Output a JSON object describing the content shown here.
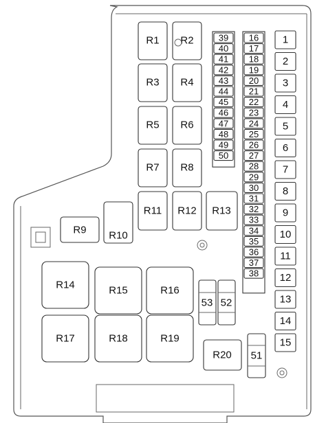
{
  "relays": [
    {
      "label": "R1"
    },
    {
      "label": "R2"
    },
    {
      "label": "R3"
    },
    {
      "label": "R4"
    },
    {
      "label": "R5"
    },
    {
      "label": "R6"
    },
    {
      "label": "R7"
    },
    {
      "label": "R8"
    },
    {
      "label": "R9"
    },
    {
      "label": "R10"
    },
    {
      "label": "R11"
    },
    {
      "label": "R12"
    },
    {
      "label": "R13"
    },
    {
      "label": "R14"
    },
    {
      "label": "R15"
    },
    {
      "label": "R16"
    },
    {
      "label": "R17"
    },
    {
      "label": "R18"
    },
    {
      "label": "R19"
    },
    {
      "label": "R20"
    }
  ],
  "fuse_left_col": [
    "39",
    "40",
    "41",
    "42",
    "43",
    "44",
    "45",
    "46",
    "47",
    "48",
    "49",
    "50"
  ],
  "fuse_mid_col": [
    "16",
    "17",
    "18",
    "19",
    "20",
    "21",
    "22",
    "23",
    "24",
    "25",
    "26",
    "27",
    "28",
    "29",
    "30",
    "31",
    "32",
    "33",
    "34",
    "35",
    "36",
    "37",
    "38"
  ],
  "fuse_right_col": [
    "1",
    "2",
    "3",
    "4",
    "5",
    "6",
    "7",
    "8",
    "9",
    "10",
    "11",
    "12",
    "13",
    "14",
    "15"
  ],
  "large_fuses": [
    {
      "label": "53"
    },
    {
      "label": "52"
    },
    {
      "label": "51"
    }
  ]
}
